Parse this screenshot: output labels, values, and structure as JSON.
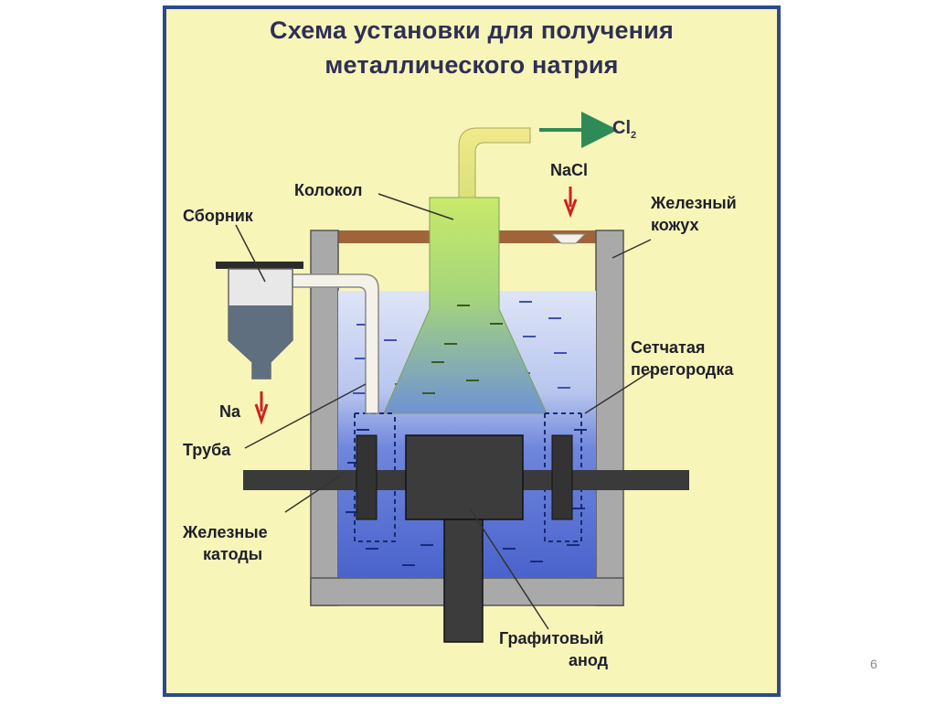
{
  "title": {
    "line1": "Схема установки для получения",
    "line2": "металлического натрия"
  },
  "labels": {
    "cl2_main": "Cl",
    "cl2_sub": "2",
    "nacl": "NaCl",
    "kolokol": "Колокол",
    "sbornik": "Сборник",
    "zhelezny_kozhukh_1": "Железный",
    "zhelezny_kozhukh_2": "кожух",
    "setchataya_1": "Сетчатая",
    "setchataya_2": "перегородка",
    "na": "Na",
    "truba": "Труба",
    "katody_1": "Железные",
    "katody_2": "катоды",
    "anod_1": "Графитовый",
    "anod_2": "анод"
  },
  "page_number": "6",
  "colors": {
    "background": "#f8f5b8",
    "frame": "#2d4a8a",
    "wall": "#a9a9a9",
    "lid": "#a0643a",
    "melt_upper": "#cfd8f2",
    "melt_lower": "#4f6ad0",
    "bell_top": "#b2e05a",
    "bell_bottom": "#5f84cc",
    "electrode": "#3a3a3a",
    "arrow_cl2": "#2e8b57",
    "arrow_red": "#cc2222"
  }
}
